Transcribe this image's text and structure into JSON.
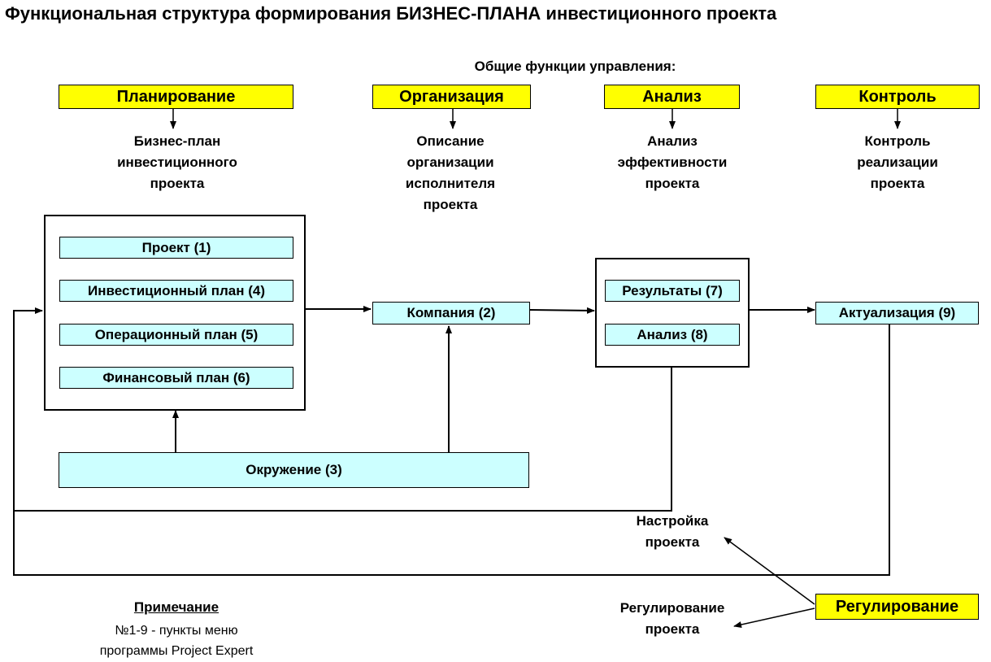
{
  "title": "Функциональная структура формирования БИЗНЕС-ПЛАНА инвестиционного проекта",
  "subtitle": "Общие функции управления:",
  "functions": [
    {
      "label": "Планирование",
      "description": [
        "Бизнес-план",
        "инвестиционного",
        "проекта"
      ]
    },
    {
      "label": "Организация",
      "description": [
        "Описание",
        "организации",
        "исполнителя",
        "проекта"
      ]
    },
    {
      "label": "Анализ",
      "description": [
        "Анализ",
        "эффективности",
        "проекта"
      ]
    },
    {
      "label": "Контроль",
      "description": [
        "Контроль",
        "реализации",
        "проекта"
      ]
    }
  ],
  "modules": {
    "project": "Проект (1)",
    "investment_plan": "Инвестиционный план (4)",
    "operational_plan": "Операционный план (5)",
    "financial_plan": "Финансовый план (6)",
    "company": "Компания (2)",
    "environment": "Окружение (3)",
    "results": "Результаты (7)",
    "analysis": "Анализ (8)",
    "actualization": "Актуализация (9)"
  },
  "regulation": {
    "label": "Регулирование",
    "project_setup": [
      "Настройка",
      "проекта"
    ],
    "project_regulation": [
      "Регулирование",
      "проекта"
    ]
  },
  "note": {
    "title": "Примечание",
    "lines": [
      "№1-9 - пункты меню",
      "программы Project Expert"
    ]
  },
  "colors": {
    "function_box": "#ffff00",
    "module_box": "#ccffff",
    "line": "#000000"
  }
}
